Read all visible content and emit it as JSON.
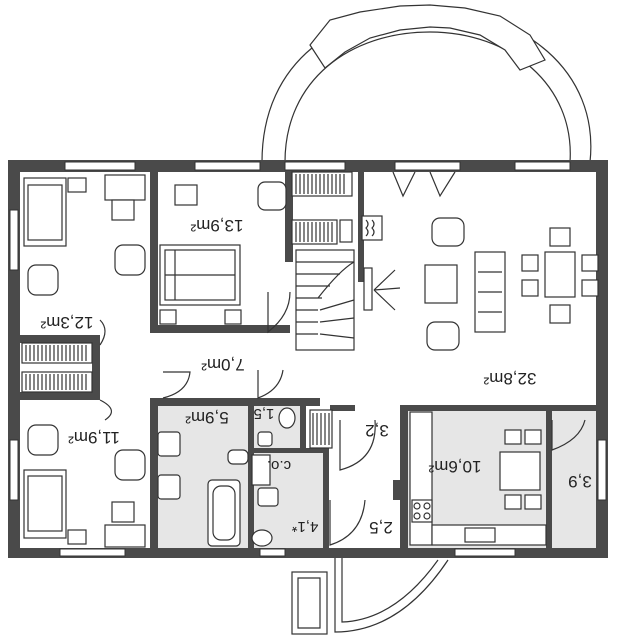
{
  "rooms": [
    {
      "id": "living",
      "label": "32,8m²"
    },
    {
      "id": "bedroom-top",
      "label": "13,9m²"
    },
    {
      "id": "room-left-top",
      "label": "12,3m²"
    },
    {
      "id": "room-left-bottom",
      "label": "11,9m²"
    },
    {
      "id": "hall",
      "label": "7,0m²"
    },
    {
      "id": "bathroom",
      "label": "5,9m²"
    },
    {
      "id": "wc",
      "label": "1,5"
    },
    {
      "id": "boiler",
      "label": "c.o."
    },
    {
      "id": "laundry",
      "label": "4,1*"
    },
    {
      "id": "corridor",
      "label": "3,2"
    },
    {
      "id": "vestibule",
      "label": "2,5"
    },
    {
      "id": "kitchen",
      "label": "10,6m²"
    },
    {
      "id": "pantry",
      "label": "3,9"
    }
  ],
  "colors": {
    "wall": "#4a4a4a",
    "wet_area": "#e6e6e6",
    "line": "#333333"
  }
}
